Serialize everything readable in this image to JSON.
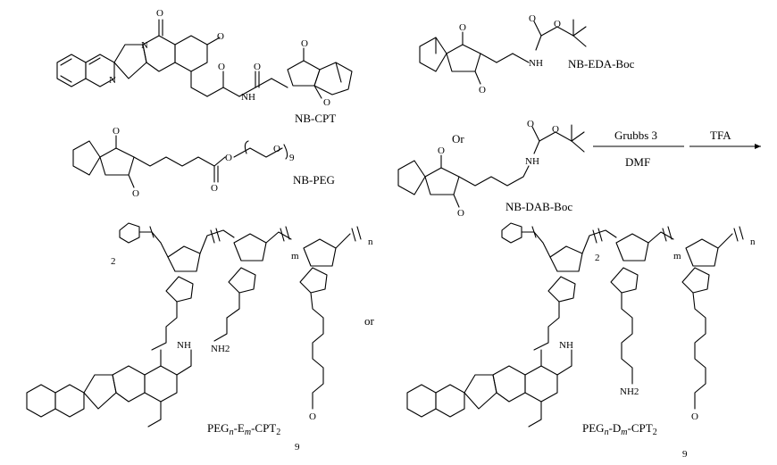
{
  "compounds": {
    "nb_cpt": "NB-CPT",
    "nb_eda_boc": "NB-EDA-Boc",
    "nb_peg": "NB-PEG",
    "nb_dab_boc": "NB-DAB-Boc"
  },
  "connector_or_top": "Or",
  "connector_or_bottom": "or",
  "reaction": {
    "step1_reagent": "Grubbs 3",
    "step1_solvent": "DMF",
    "step2_reagent": "TFA"
  },
  "products": {
    "left": {
      "base": "PEG",
      "n": "n",
      "dash1": "-E",
      "m": "m",
      "dash2": "-CPT",
      "sub2": "2"
    },
    "right": {
      "base": "PEG",
      "n": "n",
      "dash1": "-D",
      "m": "m",
      "dash2": "-CPT",
      "sub2": "2"
    }
  },
  "repeat_labels": {
    "left_2": "2",
    "left_m": "m",
    "left_n": "n",
    "right_2": "2",
    "right_m": "m",
    "right_n": "n",
    "peg_9_top": "9",
    "peg_9_left": "9",
    "peg_9_right": "9"
  },
  "atoms": {
    "O": "O",
    "N": "N",
    "NH": "NH",
    "H": "H",
    "NH2": "NH2"
  }
}
